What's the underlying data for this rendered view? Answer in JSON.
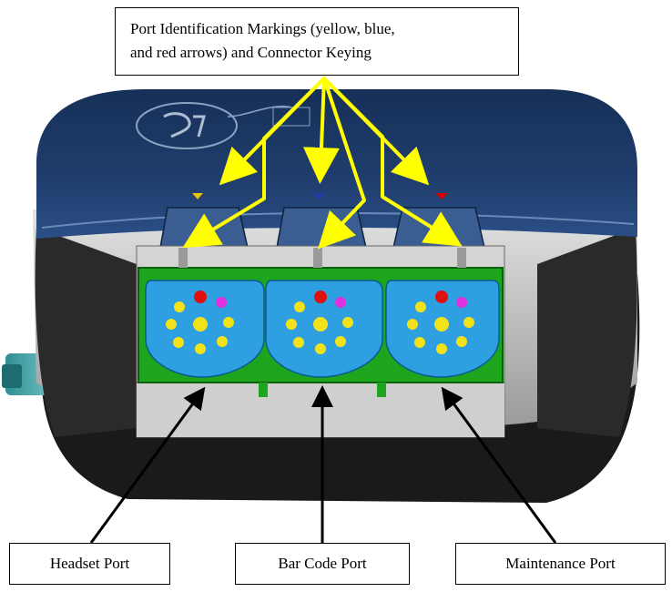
{
  "callouts": {
    "markings_line1": "Port Identification Markings (yellow, blue,",
    "markings_line2": "and red arrows) and Connector Keying",
    "headset": "Headset Port",
    "barcode": "Bar Code Port",
    "maintenance": "Maintenance Port"
  },
  "ports": [
    {
      "name": "headset",
      "id_marker_color": "#e8c400"
    },
    {
      "name": "barcode",
      "id_marker_color": "#1f3fa8"
    },
    {
      "name": "maintenance",
      "id_marker_color": "#d40000"
    }
  ],
  "colors": {
    "housing": "#1c3561",
    "housing_light": "#3a5a8c",
    "gray_body": "#c8c8c8",
    "port_panel": "#1da51d",
    "port_face": "#2e9fe0",
    "pin_yellow": "#f2e21a",
    "pin_red": "#e01010",
    "pin_magenta": "#e030e0",
    "arrow_yellow": "#ffff00",
    "arrow_black": "#000000"
  }
}
